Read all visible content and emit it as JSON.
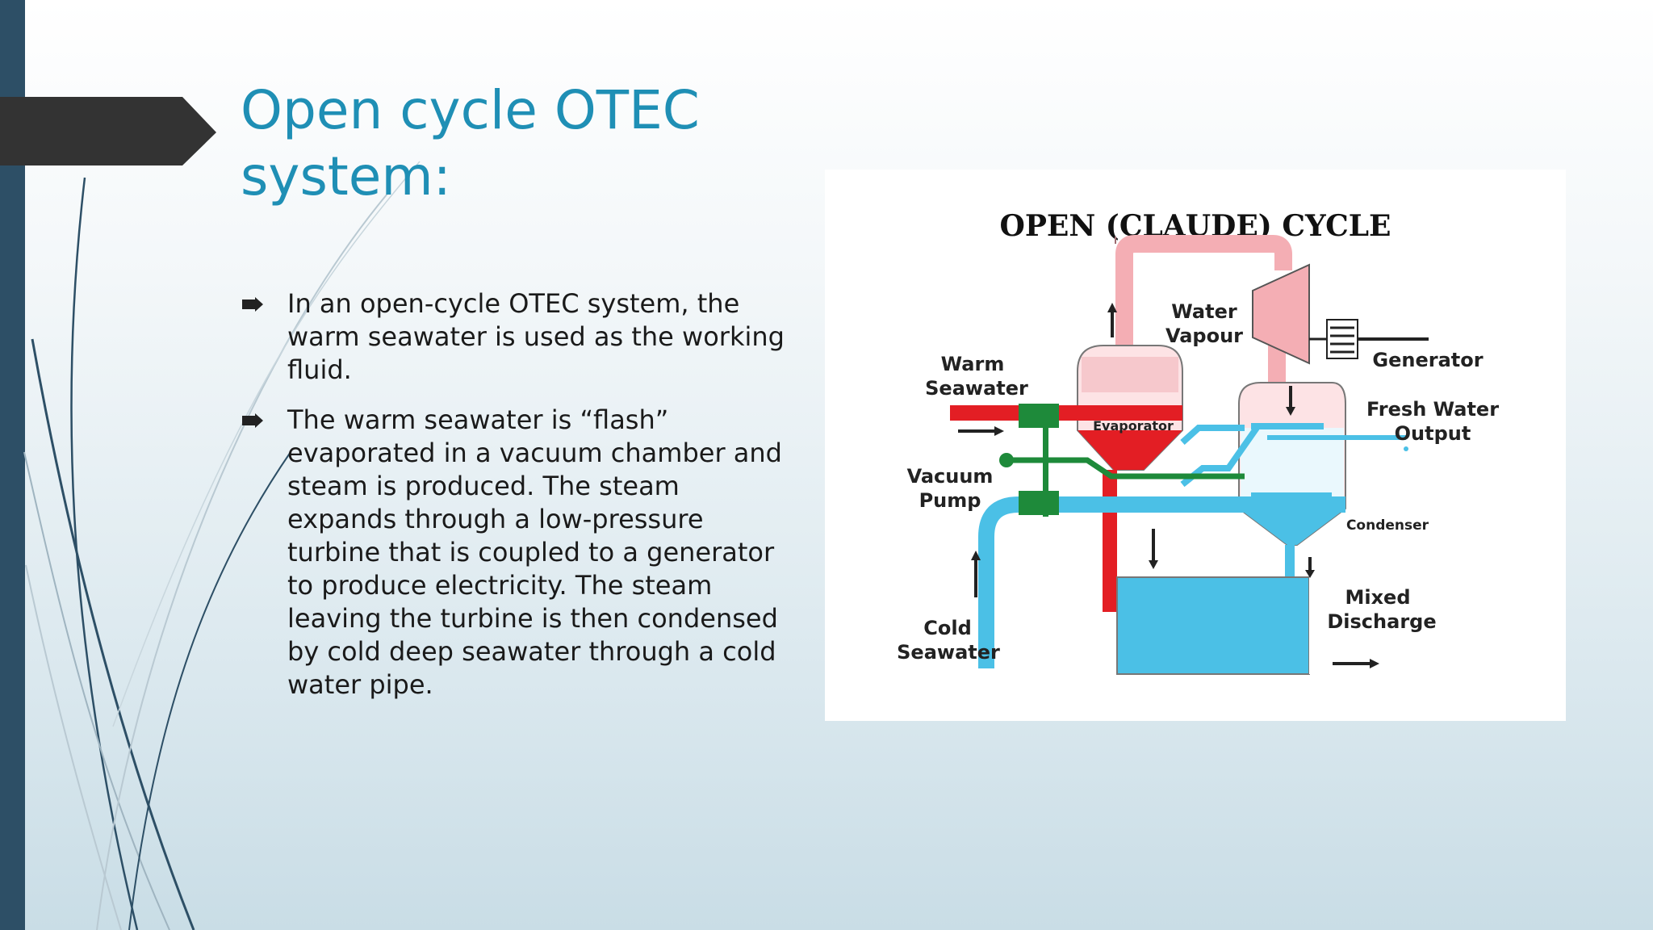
{
  "slide": {
    "title": "Open cycle OTEC system:",
    "bullets": [
      "In an open-cycle OTEC system, the warm seawater is used as the working fluid.",
      "The warm seawater is “flash” evaporated in a vacuum chamber and steam is produced. The steam expands through a low-pressure turbine that is coupled to a generator to produce electricity. The steam leaving the turbine is then condensed by cold deep seawater through a cold water pipe."
    ]
  },
  "diagram": {
    "title": "OPEN (CLAUDE) CYCLE",
    "labels": {
      "water": "Water",
      "vapour": "Vapour",
      "generator": "Generator",
      "warm": "Warm",
      "seawater_warm": "Seawater",
      "fresh_water": "Fresh Water",
      "output": "Output",
      "evaporator": "Evaporator",
      "vacuum": "Vacuum",
      "pump": "Pump",
      "condenser": "Condenser",
      "mixed": "Mixed",
      "discharge": "Discharge",
      "cold": "Cold",
      "seawater_cold": "Seawater"
    }
  },
  "colors": {
    "accent_bar": "#2d4f66",
    "title_tab": "#333333",
    "title_text": "#1f8fb5",
    "warm_pipe": "#e31e24",
    "cold_pipe": "#4bc0e6",
    "vapour_pipe": "#f4aeb4",
    "valve": "#1e8a3a"
  }
}
